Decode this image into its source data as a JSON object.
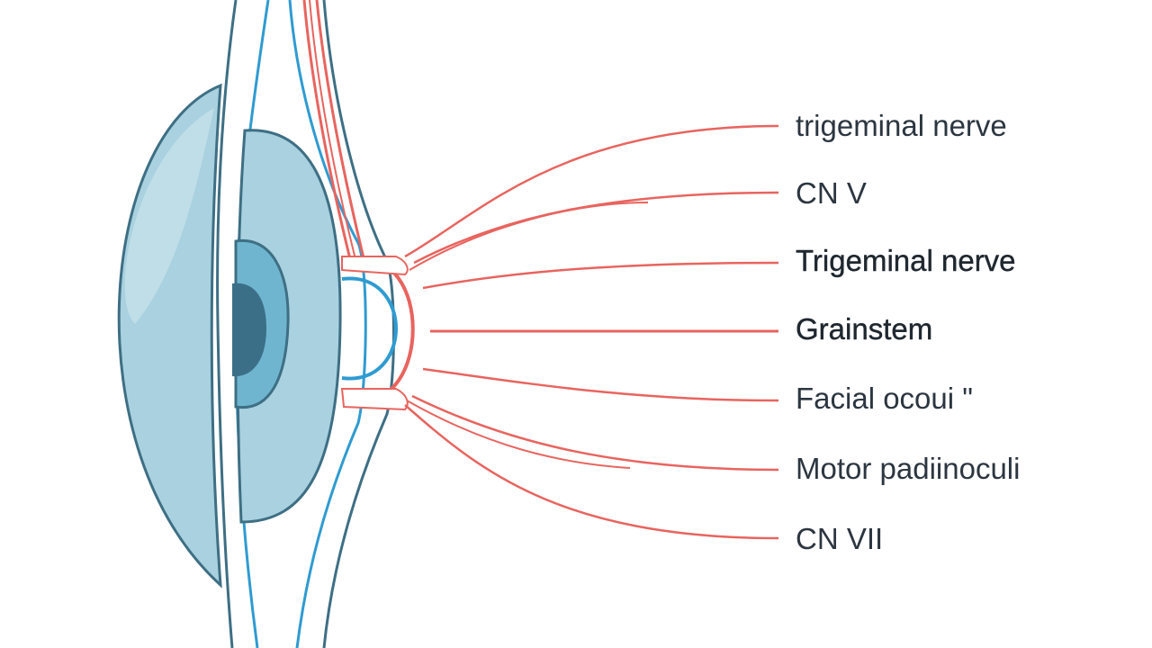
{
  "labels": {
    "l1": "trigeminal nerve",
    "l2": "CN V",
    "l3": "Trigeminal nerve",
    "l4": "Grainstem",
    "l5": "Facial ocoui \"",
    "l6": "Motor padiinoculi",
    "l7": "CN VII"
  },
  "colors": {
    "background": "#ffffff",
    "nerve_red": "#e8645f",
    "vessel_blue": "#2f9bd1",
    "outline": "#3e6f84",
    "eye_fill": "#a9d1df",
    "pupil": "#3b6f88",
    "text": "#2c3640"
  }
}
